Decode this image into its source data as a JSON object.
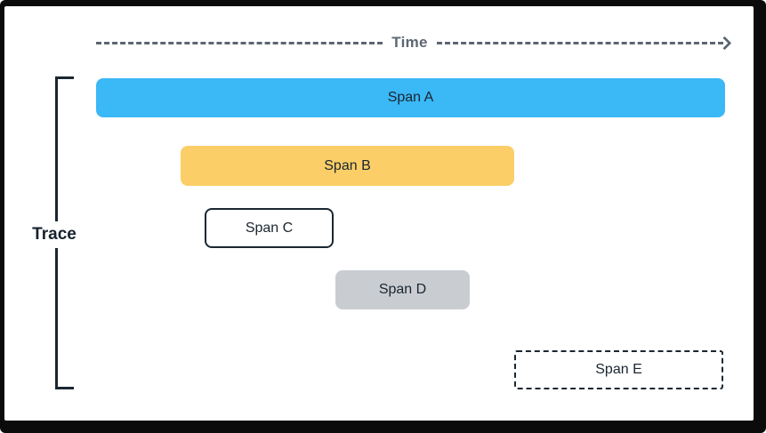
{
  "time_axis": {
    "label": "Time",
    "arrow_direction": "right",
    "color": "#5d6673"
  },
  "trace_bracket": {
    "label": "Trace",
    "color": "#16222e"
  },
  "spans": [
    {
      "label": "Span A",
      "fill": "#3bb8f6",
      "border": "none",
      "relative_start": 0.0,
      "relative_width": 1.0,
      "row": 1
    },
    {
      "label": "Span B",
      "fill": "#fbce68",
      "border": "none",
      "relative_start": 0.13,
      "relative_width": 0.53,
      "row": 2
    },
    {
      "label": "Span C",
      "fill": "#ffffff",
      "border": "solid",
      "relative_start": 0.17,
      "relative_width": 0.21,
      "row": 3
    },
    {
      "label": "Span D",
      "fill": "#c9cdd2",
      "border": "none",
      "relative_start": 0.38,
      "relative_width": 0.21,
      "row": 4
    },
    {
      "label": "Span E",
      "fill": "#ffffff",
      "border": "dashed",
      "relative_start": 0.66,
      "relative_width": 0.33,
      "row": 5
    }
  ],
  "colors": {
    "background": "#ffffff",
    "frame_border": "#0b0b0b",
    "outline_dark": "#1a2733",
    "axis_gray": "#5d6673",
    "span_text": "#1a2530"
  }
}
